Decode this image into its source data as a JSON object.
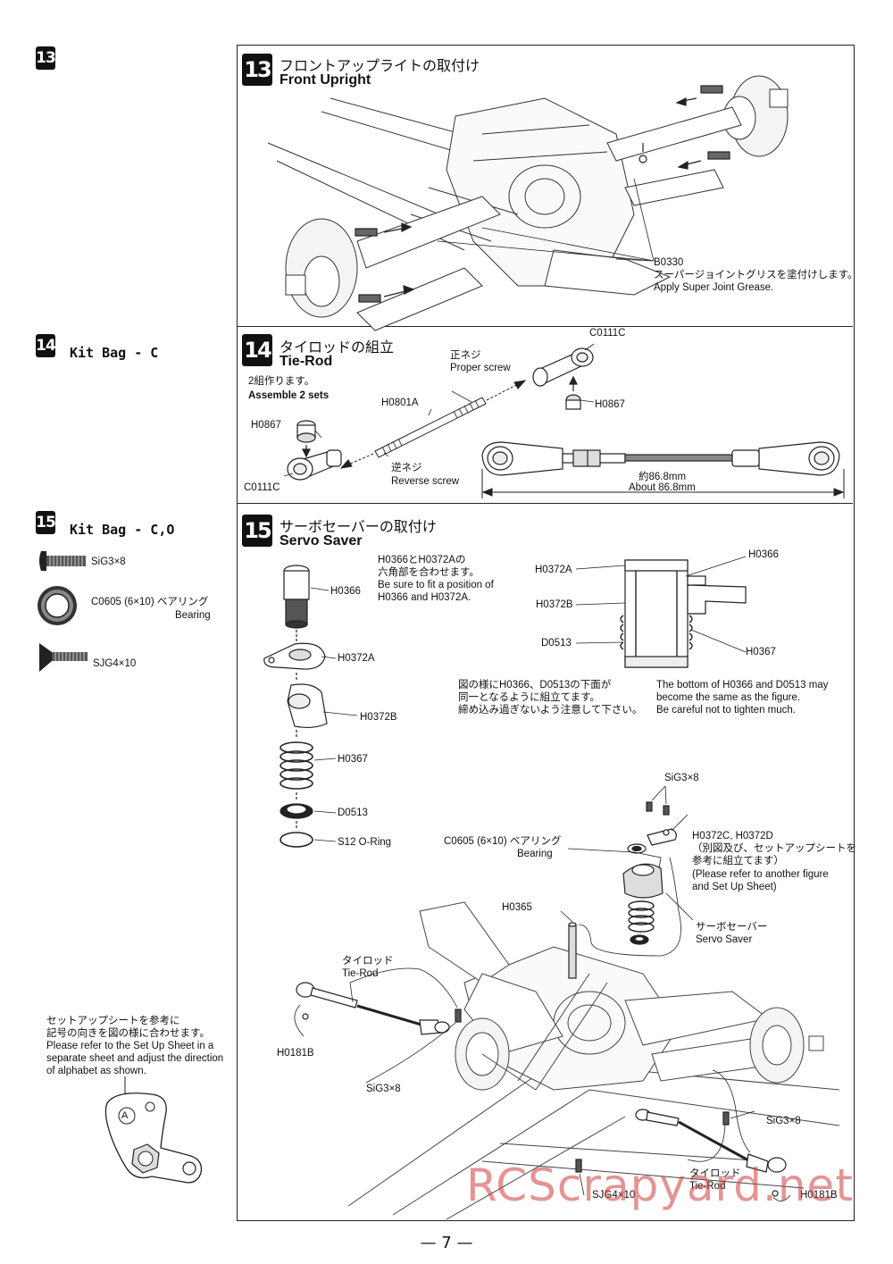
{
  "page_number": "— 7 —",
  "watermark": "RCScrapyard.net",
  "sidebar": {
    "step13": {
      "num": "13"
    },
    "step14": {
      "num": "14",
      "kitbag": "Kit Bag - C"
    },
    "step15": {
      "num": "15",
      "kitbag": "Kit Bag - C,O",
      "parts": [
        {
          "icon": "screw-icon",
          "label": "SiG3×8"
        },
        {
          "icon": "bearing-icon",
          "label": "C0605 (6×10) ベアリング",
          "label2": "Bearing"
        },
        {
          "icon": "countersunk-screw-icon",
          "label": "SJG4×10"
        }
      ]
    },
    "note": [
      "セットアップシートを参考に",
      "記号の向きを図の様に合わせます。",
      "Please refer to the Set Up Sheet in a",
      "separate sheet and adjust the direction",
      "of alphabet as shown."
    ],
    "note_marker": "A"
  },
  "step13": {
    "num": "13",
    "title_jp": "フロントアップライトの取付け",
    "title_en": "Front Upright",
    "grease_part": "B0330",
    "grease_jp": "スーパージョイントグリスを塗付けします。",
    "grease_en": "Apply Super Joint Grease."
  },
  "step14": {
    "num": "14",
    "title_jp": "タイロッドの組立",
    "title_en": "Tie-Rod",
    "sets_jp": "2組作ります。",
    "sets_en": "Assemble 2 sets",
    "labels": {
      "c0111c_top": "C0111C",
      "proper_jp": "正ネジ",
      "proper_en": "Proper screw",
      "h0801a": "H0801A",
      "h0867_right": "H0867",
      "h0867_left": "H0867",
      "reverse_jp": "逆ネジ",
      "reverse_en": "Reverse screw",
      "c0111c_bottom": "C0111C",
      "length_jp": "約86.8mm",
      "length_en": "About 86.8mm"
    }
  },
  "step15": {
    "num": "15",
    "title_jp": "サーボセーバーの取付け",
    "title_en": "Servo Saver",
    "fit_note": [
      "H0366とH0372Aの",
      "六角部を合わせます。",
      "Be sure to fit a position of",
      "H0366 and H0372A."
    ],
    "stack": [
      "H0366",
      "H0372A",
      "H0372B",
      "H0367",
      "D0513",
      "S12 O-Ring"
    ],
    "section_labels": {
      "h0372a": "H0372A",
      "h0372b": "H0372B",
      "d0513": "D0513",
      "h0366": "H0366",
      "h0367": "H0367"
    },
    "note_jp": [
      "図の様にH0366、D0513の下面が",
      "同一となるように組立てます。",
      "締め込み過ぎないよう注意して下さい。"
    ],
    "note_en": [
      "The bottom of H0366 and D0513 may",
      "become the same as the figure.",
      "Be careful not to tighten much."
    ],
    "assembly": {
      "sig3x8_top": "SiG3×8",
      "h0372c": "H0372C, H0372D",
      "h0372c_jp1": "（別図及び、セットアップシートを",
      "h0372c_jp2": "参考に組立てます）",
      "h0372c_en1": "(Please refer to another figure",
      "h0372c_en2": " and Set Up Sheet)",
      "bearing_jp": "C0605 (6×10) ベアリング",
      "bearing_en": "Bearing",
      "h0365": "H0365",
      "saver_jp": "サーボセーバー",
      "saver_en": "Servo Saver",
      "tierod_jp_left": "タイロッド",
      "tierod_en_left": "Tie-Rod",
      "h0181b_left": "H0181B",
      "sig3x8_left": "SiG3×8",
      "sig3x8_right": "SiG3×8",
      "tierod_jp_right": "タイロッド",
      "tierod_en_right": "Tie-Rod",
      "sjg4x10": "SJG4×10",
      "h0181b_right": "H0181B"
    }
  }
}
